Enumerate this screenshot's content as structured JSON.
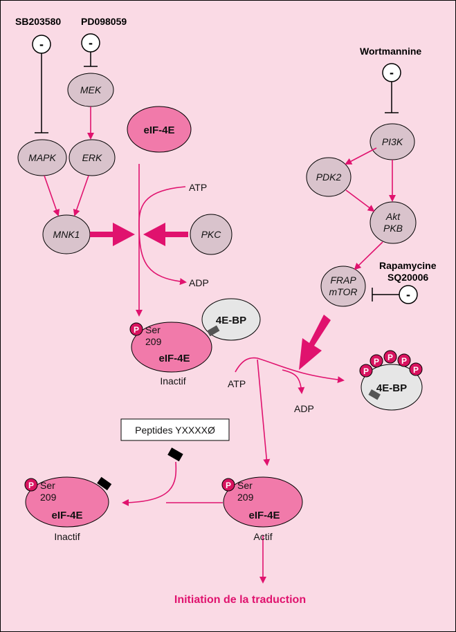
{
  "colors": {
    "background": "#fadae5",
    "magenta": "#e0126e",
    "pink_protein": "#f17aaa",
    "grey_protein": "#d9c3cc",
    "light_grey_protein": "#e6e6e6",
    "phospho": "#d8135f",
    "black": "#000000"
  },
  "inhibitors": {
    "sb": "SB203580",
    "pd": "PD098059",
    "wortmannine": "Wortmannine",
    "rapamycine": "Rapamycine",
    "sq": "SQ20006",
    "minus": "-"
  },
  "proteins": {
    "mek": "MEK",
    "mapk": "MAPK",
    "erk": "ERK",
    "mnk1": "MNK1",
    "pkc": "PKC",
    "pi3k": "PI3K",
    "pdk2": "PDK2",
    "akt": "Akt",
    "pkb": "PKB",
    "frap": "FRAP",
    "mtor": "mTOR",
    "eif4e": "eIF-4E",
    "bp": "4E-BP"
  },
  "molecules": {
    "atp": "ATP",
    "adp": "ADP",
    "p": "P",
    "ser": "Ser",
    "pos": "209"
  },
  "states": {
    "inactif": "Inactif",
    "actif": "Actif"
  },
  "peptides": "Peptides YXXXXØ",
  "outcome": "Initiation de la traduction"
}
